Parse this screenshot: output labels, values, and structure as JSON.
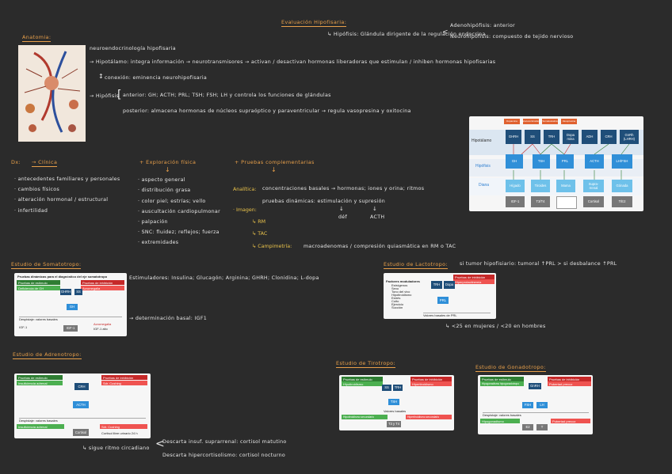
{
  "title": "Evaluación Hipofisaria:",
  "hipofisis_line": "↳ Hipófisis: Glándula dirigente de la regulación endocrina",
  "adeno": "Adenohipófisis: anterior",
  "neuro": "Neurohipófisis: compuesto de tejido nervioso",
  "anatomia_label": "Anatomia:",
  "lines_top": {
    "l1": "neuroendocrinología hipofisaria",
    "l2": "→ Hipotálamo: integra información → neurotransmisores → activan / desactivan hormonas liberadoras que estimulan / inhiben hormonas hipofisarias",
    "l3": "conexión: eminencia neurohipofisaria",
    "l4a": "→ Hipófisis",
    "l4b": "anterior: GH; ACTH; PRL; TSH; FSH; LH y controla los funciones de glándulas",
    "l4c": "posterior: almacena hormonas de núcleos supraóptico y paraventricular → regula vasopresina y oxitocina"
  },
  "diagram1": {
    "hypothalamus": "Hipotálamo",
    "hypophysis": "Hipófisis",
    "diana": "Diana",
    "top_labels": [
      "Dopamina",
      "Glucocorticoides",
      "Somatostatina",
      "Vasopresina"
    ],
    "row1": [
      "GHRH",
      "SS",
      "TRH",
      "Dopa\nmina",
      "ADH",
      "CRH",
      "GnRh\n(LHRH)"
    ],
    "row1_sub": [
      "",
      "Somatostatina",
      "",
      "",
      "Vasopresina",
      "",
      ""
    ],
    "row2": [
      "GH",
      "TSH",
      "PRL",
      "ACTH",
      "LH/FSH"
    ],
    "row3": [
      "Hígado",
      "Tiroides",
      "Mama",
      "Supra-\nrrenal",
      "Gónada"
    ],
    "row4": [
      "IGF-1",
      "T3/T4",
      "",
      "Cortisol",
      "T/E2"
    ]
  },
  "sections_mid": {
    "dx": "Dx:",
    "dx_clinica": "→ Clínica",
    "dx_items": [
      "· antecedentes familiares y personales",
      "· cambios físicos",
      "· alteración hormonal / estructural",
      "· infertilidad"
    ],
    "exp_title": "+ Exploración física",
    "exp_items": [
      "· aspecto general",
      "· distribución grasa",
      "· color piel; estrías; vello",
      "· auscultación cardiopulmonar",
      "· palpación",
      "· SNC: fluidez; reflejos; fuerza",
      "· extremidades"
    ],
    "pruebas_title": "+ Pruebas complementarias",
    "analitica": "Analítica:",
    "analitica_text": "concentraciones basales → hormonas; iones y orina; ritmos",
    "analitica_text2": "pruebas dinámicas: estimulación y supresión",
    "hipo": "déf",
    "hiper": "ACTH",
    "imagen": "· Imagen:",
    "im1": "↳ RM",
    "im2": "↳ TAC",
    "im3": "↳ Campimetría:",
    "im3_text": "macroadenomas / compresión quiasmática en RM o TAC"
  },
  "somato": {
    "title": "Estudio de Somatotropo:",
    "text": "Estimuladores: Insulina; Glucagón; Arginina; GHRH; Clonidina; L-dopa",
    "arrow": "→ determinación basal: IGF1",
    "card_title": "Pruebas dinámicas para el diagnóstico del eje somatotropo",
    "card_l": "Pruebas de estímulo",
    "card_r": "Pruebas de inhibición",
    "card_lsub": "Deficiencia de GH",
    "card_rsub": "Acromegalia",
    "card_bottom": "Despistaje: valores basales",
    "card_b1": "IGF-1",
    "card_b2": "Acromegalia",
    "card_b3": "IGF-1 alto"
  },
  "lacto": {
    "title": "Estudio de Lactotropo:",
    "text": "si tumor hipofisiario: tumoral ↑PRL > si desbalance ↑PRL",
    "sub": "↳ <25 en mujeres / <20 en hombres",
    "card_l": "Factores moduladores",
    "card_items": [
      "Estrógenos",
      "Sexo",
      "Tono del vivo",
      "Hipotiroidismo",
      "Estrés",
      "Coito",
      "Ejercicio",
      "Succión"
    ],
    "card_r": "Pruebas de inhibición",
    "card_rsub": "Hiperprolactinemia",
    "card_bottom": "Valores basales de PRL"
  },
  "adreno": {
    "title": "Estudio de Adrenotropo:",
    "card_l": "Pruebas de estímulo",
    "card_lsub": "Insuficiencia adrenal",
    "card_r": "Pruebas de inhibición",
    "card_rsub": "Sdr. Cushing",
    "card_bottom": "Despistaje: valores basales",
    "card_b1": "Insuficiencia adrenal",
    "card_b2": "Sdr. Cushing",
    "card_b3": "Cortisol libre urinario 24 h",
    "foot1": "↳ sigue ritmo circadiano",
    "foot2a": "Descarta insuf. suprarrenal: cortisol matutino",
    "foot2b": "Descarta hipercortisolismo: cortisol nocturno"
  },
  "tiro": {
    "title": "Estudio de Tirotropo:",
    "card_l": "Pruebas de estímulo",
    "card_lsub": "Hipotiroidismo",
    "card_r": "Pruebas de inhibición",
    "card_rsub": "Hipertiroidismo",
    "card_bottom": "Valores basales",
    "b1": "Hipotiroidismo secundario",
    "b2": "Hipertiroidismo secundario"
  },
  "gona": {
    "title": "Estudio de Gonadotropo:",
    "card_l": "Pruebas de estímulo",
    "card_lsub": "Hipogonadismo hipogonadotropo",
    "card_r": "Pruebas de inhibición",
    "card_rsub": "Pubertad precoz",
    "card_bottom": "Despistaje: valores basales",
    "b1": "Hipogonadismo",
    "b2": "Pubertad precoz"
  }
}
